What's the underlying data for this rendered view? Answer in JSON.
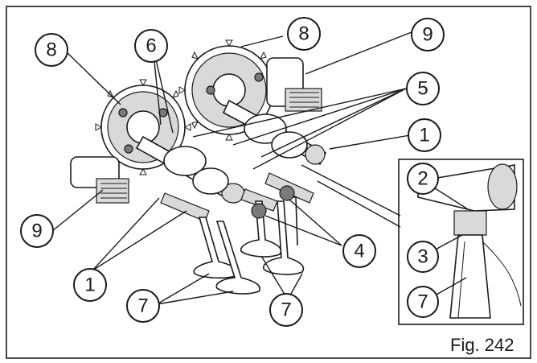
{
  "figure": {
    "label": "Fig. 242",
    "callouts": {
      "c1": "1",
      "c2": "2",
      "c3": "3",
      "c4": "4",
      "c5": "5",
      "c6": "6",
      "c7": "7",
      "c8": "8",
      "c9": "9"
    }
  }
}
